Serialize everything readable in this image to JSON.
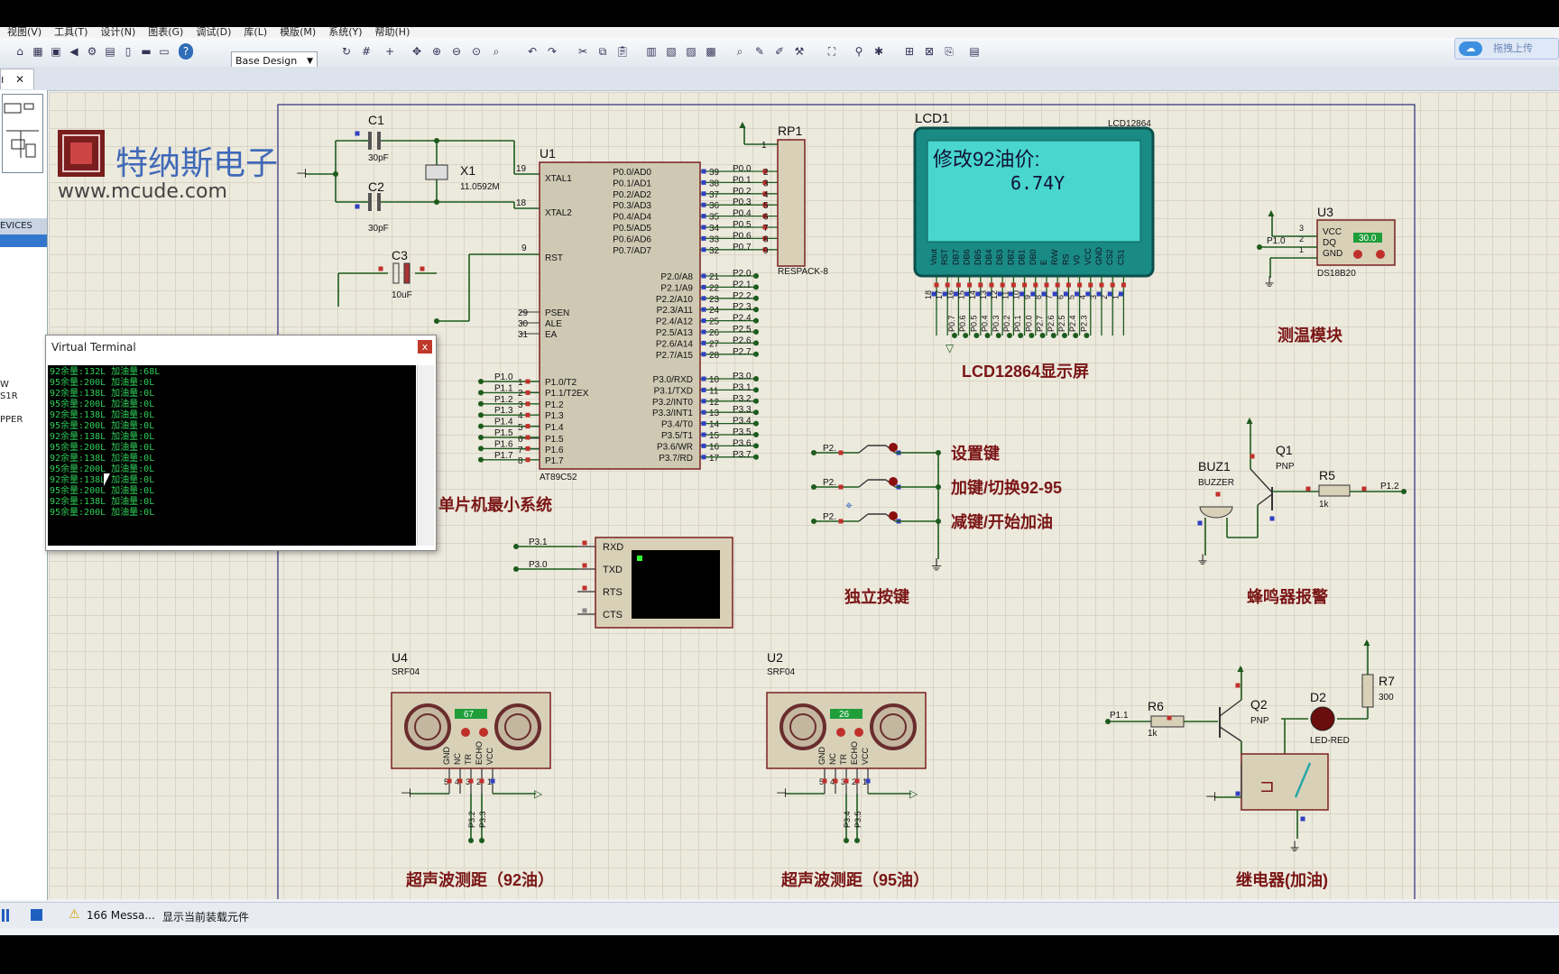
{
  "menu": [
    "视图(V)",
    "工具(T)",
    "设计(N)",
    "图表(G)",
    "调试(D)",
    "库(L)",
    "模版(M)",
    "系统(Y)",
    "帮助(H)"
  ],
  "toolbar": {
    "design_select": "Base Design",
    "cloud_label": "拖拽上传"
  },
  "tab": {
    "close": "✕"
  },
  "left_panel": {
    "devices_header": "EVICES",
    "items": [
      "W",
      "S1R",
      "",
      "PPER"
    ]
  },
  "watermark": {
    "brand": "特纳斯电子",
    "url": "www.mcude.com"
  },
  "schematic": {
    "c1": "C1",
    "c1_val": "30pF",
    "c2": "C2",
    "c2_val": "30pF",
    "c3": "C3",
    "c3_val": "10uF",
    "x1": "X1",
    "x1_val": "11.0592M",
    "u1": "U1",
    "u1_part": "AT89C52",
    "u1_left_pins": [
      [
        "19",
        "XTAL1"
      ],
      [
        "18",
        "XTAL2"
      ],
      [
        "9",
        "RST"
      ],
      [
        "29",
        "PSEN"
      ],
      [
        "30",
        "ALE"
      ],
      [
        "31",
        "EA"
      ],
      [
        "1",
        "P1.0/T2"
      ],
      [
        "2",
        "P1.1/T2EX"
      ],
      [
        "3",
        "P1.2"
      ],
      [
        "4",
        "P1.3"
      ],
      [
        "5",
        "P1.4"
      ],
      [
        "6",
        "P1.5"
      ],
      [
        "7",
        "P1.6"
      ],
      [
        "8",
        "P1.7"
      ]
    ],
    "u1_p1_nets": [
      "P1.0",
      "P1.1",
      "P1.2",
      "P1.3",
      "P1.4",
      "P1.5",
      "P1.6",
      "P1.7"
    ],
    "u1_right_p0": [
      [
        "39",
        "P0.0/AD0",
        "P0.0"
      ],
      [
        "38",
        "P0.1/AD1",
        "P0.1"
      ],
      [
        "37",
        "P0.2/AD2",
        "P0.2"
      ],
      [
        "36",
        "P0.3/AD3",
        "P0.3"
      ],
      [
        "35",
        "P0.4/AD4",
        "P0.4"
      ],
      [
        "34",
        "P0.5/AD5",
        "P0.5"
      ],
      [
        "33",
        "P0.6/AD6",
        "P0.6"
      ],
      [
        "32",
        "P0.7/AD7",
        "P0.7"
      ]
    ],
    "u1_right_p2": [
      [
        "21",
        "P2.0/A8",
        "P2.0"
      ],
      [
        "22",
        "P2.1/A9",
        "P2.1"
      ],
      [
        "23",
        "P2.2/A10",
        "P2.2"
      ],
      [
        "24",
        "P2.3/A11",
        "P2.3"
      ],
      [
        "25",
        "P2.4/A12",
        "P2.4"
      ],
      [
        "26",
        "P2.5/A13",
        "P2.5"
      ],
      [
        "27",
        "P2.6/A14",
        "P2.6"
      ],
      [
        "28",
        "P2.7/A15",
        "P2.7"
      ]
    ],
    "u1_right_p3": [
      [
        "10",
        "P3.0/RXD",
        "P3.0"
      ],
      [
        "11",
        "P3.1/TXD",
        "P3.1"
      ],
      [
        "12",
        "P3.2/INT0",
        "P3.2"
      ],
      [
        "13",
        "P3.3/INT1",
        "P3.3"
      ],
      [
        "14",
        "P3.4/T0",
        "P3.4"
      ],
      [
        "15",
        "P3.5/T1",
        "P3.5"
      ],
      [
        "16",
        "P3.6/WR",
        "P3.6"
      ],
      [
        "17",
        "P3.7/RD",
        "P3.7"
      ]
    ],
    "rp1": "RP1",
    "rp1_part": "RESPACK-8",
    "rp1_pins": [
      "1",
      "2",
      "3",
      "4",
      "5",
      "6",
      "7",
      "8",
      "9"
    ],
    "lcd_ref": "LCD1",
    "lcd_part": "LCD12864",
    "lcd_line1": "修改92油价:",
    "lcd_line2": "6.74Y",
    "lcd_pins": [
      "Vout",
      "RST",
      "DB7",
      "DB6",
      "DB5",
      "DB4",
      "DB3",
      "DB2",
      "DB1",
      "DB0",
      "E",
      "R/W",
      "RS",
      "V0",
      "VCC",
      "GND",
      "CS2",
      "CS1"
    ],
    "lcd_pin_nums": [
      "18",
      "17",
      "16",
      "15",
      "14",
      "13",
      "12",
      "11",
      "10",
      "9",
      "8",
      "7",
      "6",
      "5",
      "4",
      "3",
      "2",
      "1"
    ],
    "lcd_nets": [
      "P0.7",
      "P0.6",
      "P0.5",
      "P0.4",
      "P0.3",
      "P0.2",
      "P0.1",
      "P0.0",
      "P2.7",
      "P2.6",
      "P2.5",
      "P2.4",
      "P2.3"
    ],
    "lcd_label": "LCD12864显示屏",
    "u3": "U3",
    "u3_part": "DS18B20",
    "u3_pins": [
      "VCC",
      "DQ",
      "GND"
    ],
    "u3_pin_nums": [
      "3",
      "2",
      "1"
    ],
    "u3_net": "P1.0",
    "u3_temp": "30.0",
    "temp_label": "测温模块",
    "mcu_label": "单片机最小系统",
    "key_nets": [
      "P2.",
      "P2.",
      "P2."
    ],
    "key_labels": [
      "设置键",
      "加键/切换92-95",
      "减键/开始加油"
    ],
    "keys_title": "独立按键",
    "vterm_pins": [
      "RXD",
      "TXD",
      "RTS",
      "CTS"
    ],
    "vterm_nets": [
      "P3.1",
      "P3.0"
    ],
    "buz": "BUZ1",
    "buz_part": "BUZZER",
    "q1": "Q1",
    "q1_part": "PNP",
    "r5": "R5",
    "r5_val": "1k",
    "r5_net": "P1.2",
    "buz_label": "蜂鸣器报警",
    "u4": "U4",
    "u4_part": "SRF04",
    "u4_val": "67",
    "u4_nets": [
      "P3.2",
      "P3.3"
    ],
    "u2": "U2",
    "u2_part": "SRF04",
    "u2_val": "26",
    "u2_nets": [
      "P3.4",
      "P3.5"
    ],
    "srf_pins": [
      "GND",
      "NC",
      "TR",
      "ECHO",
      "VCC"
    ],
    "srf_pin_nums": [
      "5",
      "4",
      "3",
      "2",
      "1"
    ],
    "us92_label": "超声波测距（92油）",
    "us95_label": "超声波测距（95油）",
    "q2": "Q2",
    "q2_part": "PNP",
    "r6": "R6",
    "r6_val": "1k",
    "r6_net": "P1.1",
    "d2": "D2",
    "d2_part": "LED-RED",
    "r7": "R7",
    "r7_val": "300",
    "relay_label": "继电器(加油)"
  },
  "virtual_terminal": {
    "title": "Virtual Terminal",
    "close": "x",
    "lines": [
      "92余量:132L 加油量:68L",
      "95余量:200L 加油量:0L",
      "92余量:138L 加油量:0L",
      "95余量:200L 加油量:0L",
      "92余量:138L 加油量:0L",
      "95余量:200L 加油量:0L",
      "92余量:138L 加油量:0L",
      "95余量:200L 加油量:0L",
      "92余量:138L 加油量:0L",
      "95余量:200L 加油量:0L",
      "92余量:138L 加油量:0L",
      "95余量:200L 加油量:0L",
      "92余量:138L 加油量:0L",
      "95余量:200L 加油量:0L"
    ]
  },
  "status": {
    "messages": "166 Messa...",
    "text": "显示当前装载元件"
  }
}
